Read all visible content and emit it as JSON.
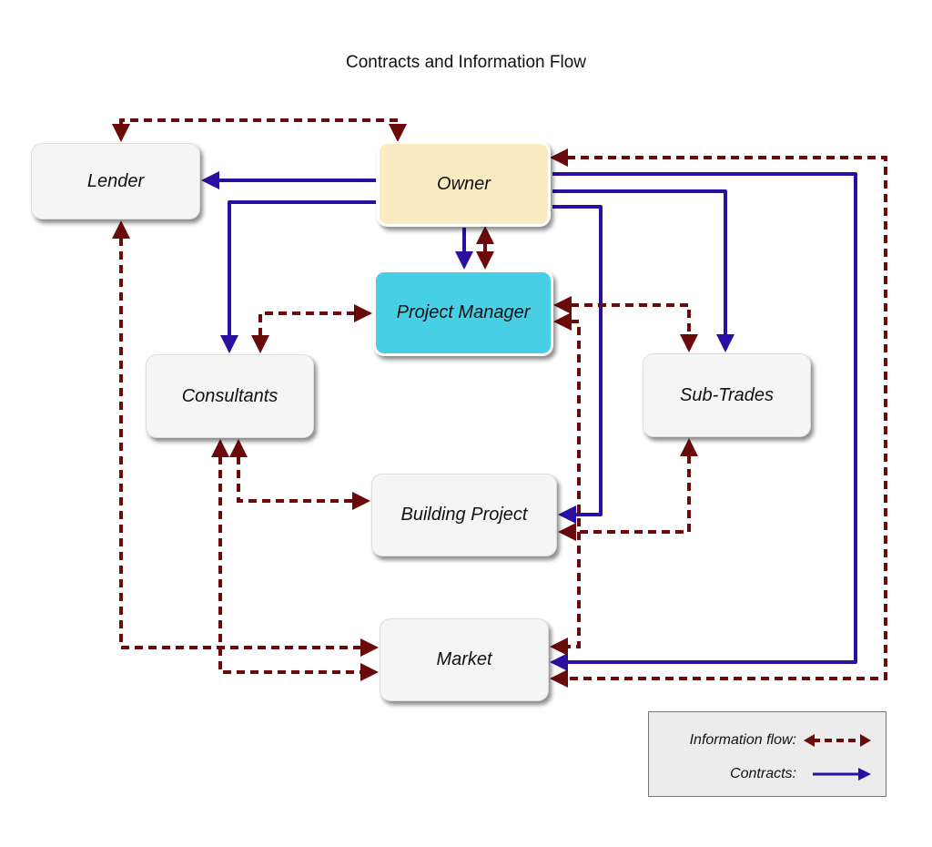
{
  "title": "Contracts and Information Flow",
  "colors": {
    "information_flow": "#6b0a0a",
    "contracts": "#2a0fa0",
    "owner_fill": "#fbebc3",
    "project_manager_fill": "#47cfe5",
    "default_fill": "#f5f5f5"
  },
  "nodes": {
    "lender": "Lender",
    "owner": "Owner",
    "project_manager": "Project Manager",
    "consultants": "Consultants",
    "sub_trades": "Sub-Trades",
    "building_project": "Building Project",
    "market": "Market"
  },
  "edges": [
    {
      "type": "contract",
      "from": "Owner",
      "to": "Lender"
    },
    {
      "type": "contract",
      "from": "Owner",
      "to": "Consultants"
    },
    {
      "type": "contract",
      "from": "Owner",
      "to": "Project Manager"
    },
    {
      "type": "contract",
      "from": "Owner",
      "to": "Sub-Trades"
    },
    {
      "type": "contract",
      "from": "Owner",
      "to": "Building Project"
    },
    {
      "type": "contract",
      "from": "Owner",
      "to": "Market"
    },
    {
      "type": "information",
      "from": "Lender",
      "to": "Owner",
      "bidirectional": true
    },
    {
      "type": "information",
      "from": "Owner",
      "to": "Project Manager",
      "bidirectional": true
    },
    {
      "type": "information",
      "from": "Consultants",
      "to": "Project Manager",
      "bidirectional": true
    },
    {
      "type": "information",
      "from": "Project Manager",
      "to": "Sub-Trades",
      "bidirectional": true
    },
    {
      "type": "information",
      "from": "Project Manager",
      "to": "Market",
      "bidirectional": true
    },
    {
      "type": "information",
      "from": "Consultants",
      "to": "Building Project",
      "bidirectional": true
    },
    {
      "type": "information",
      "from": "Sub-Trades",
      "to": "Building Project",
      "bidirectional": true
    },
    {
      "type": "information",
      "from": "Lender",
      "to": "Market",
      "bidirectional": true
    },
    {
      "type": "information",
      "from": "Consultants",
      "to": "Market",
      "bidirectional": true
    },
    {
      "type": "information",
      "from": "Owner",
      "to": "Market",
      "bidirectional": true
    }
  ],
  "legend": {
    "information_flow": "Information flow:",
    "contracts": "Contracts:"
  }
}
